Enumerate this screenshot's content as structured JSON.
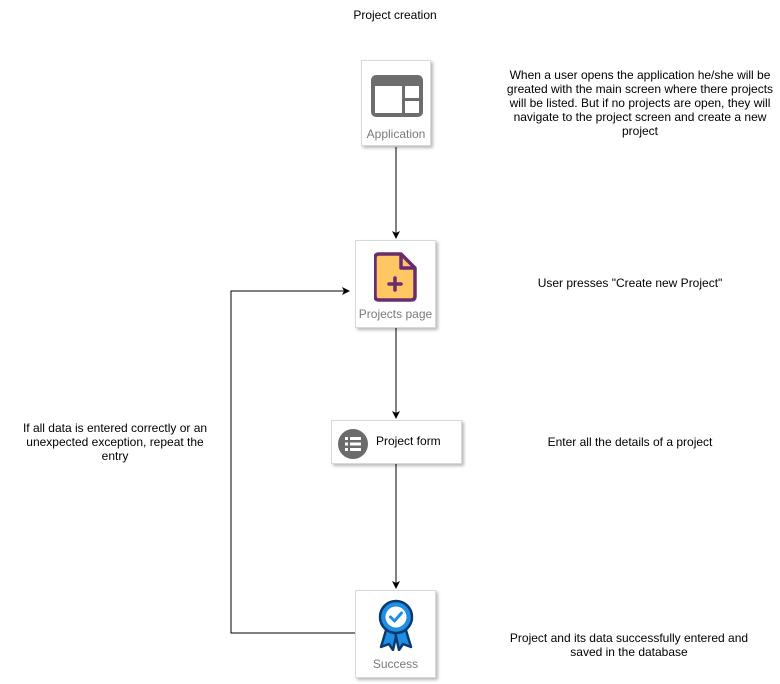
{
  "diagram": {
    "title": "Project creation",
    "nodes": {
      "application": {
        "label": "Application",
        "icon": "window-layout-icon"
      },
      "projects_page": {
        "label": "Projects page",
        "icon": "file-add-icon"
      },
      "project_form": {
        "label": "Project form",
        "icon": "list-icon"
      },
      "success": {
        "label": "Success",
        "icon": "award-ribbon-icon"
      }
    },
    "notes": {
      "application": "When a user opens the application he/she will be greated with the main screen where there projects will be listed. But if no projects are open, they will navigate to the project screen and create a new project",
      "projects_page": "User presses \"Create new Project\"",
      "project_form": "Enter all the details of a project",
      "success": "Project and its data successfully entered and saved in the database",
      "loop": "If all data is entered correctly or an unexpected exception, repeat the entry"
    },
    "colors": {
      "icon_gray": "#6d6d6d",
      "file_fill": "#ffc764",
      "file_stroke": "#6a2c70",
      "list_circle": "#6b6b6b",
      "award_blue": "#1f8fe6",
      "award_dark": "#0b3a6e"
    }
  }
}
